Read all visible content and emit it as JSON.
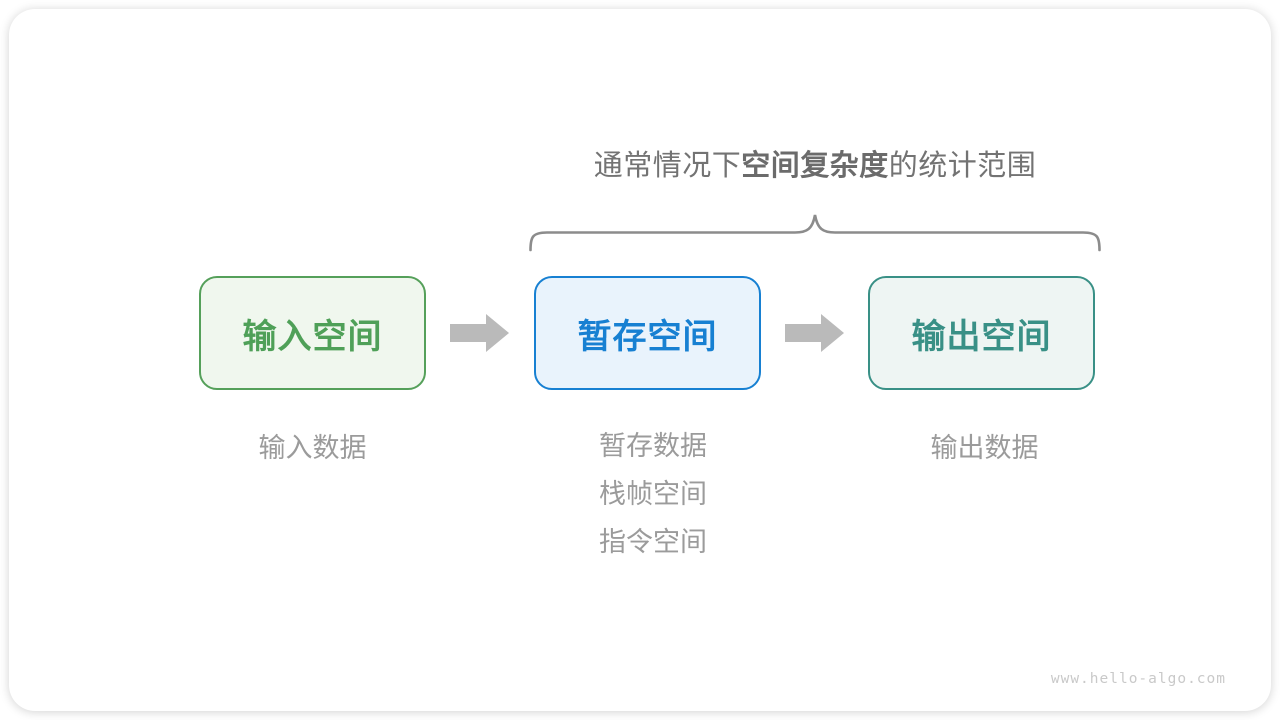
{
  "title": {
    "prefix": "通常情况下",
    "bold": "空间复杂度",
    "suffix": "的统计范围"
  },
  "boxes": [
    {
      "id": "input",
      "label": "输入空间",
      "border": "#55a05a",
      "fill": "#f0f7ee",
      "text_color": "#4fa058"
    },
    {
      "id": "temp",
      "label": "暂存空间",
      "border": "#1780d2",
      "fill": "#e9f3fc",
      "text_color": "#1780d2"
    },
    {
      "id": "output",
      "label": "输出空间",
      "border": "#399086",
      "fill": "#eef5f3",
      "text_color": "#399086"
    }
  ],
  "annotations": {
    "input": [
      "输入数据"
    ],
    "temp": [
      "暂存数据",
      "栈帧空间",
      "指令空间"
    ],
    "output": [
      "输出数据"
    ]
  },
  "watermark": "www.hello-algo.com",
  "colors": {
    "arrow": "#bababa",
    "brace": "#8c8c8c",
    "title_text": "#737373",
    "note_text": "#9b9b9b",
    "watermark_text": "#c9c9c9",
    "card_background": "#ffffff"
  }
}
